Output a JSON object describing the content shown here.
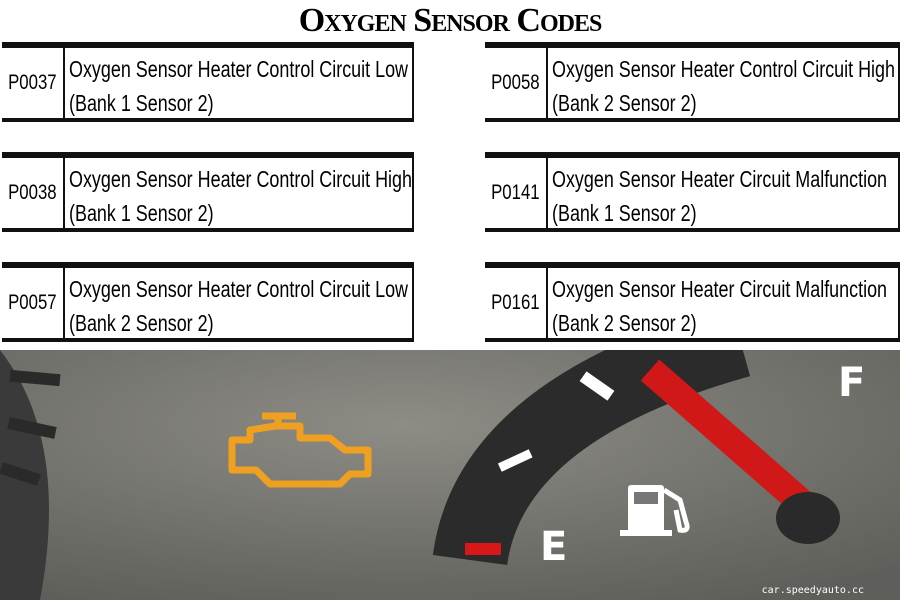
{
  "title": "Oxygen Sensor Codes",
  "codes": [
    {
      "code": "P0037",
      "line1": "Oxygen Sensor Heater Control Circuit Low",
      "line2": "(Bank 1 Sensor 2)"
    },
    {
      "code": "P0058",
      "line1": "Oxygen Sensor Heater Control Circuit High",
      "line2": "(Bank 2 Sensor 2)"
    },
    {
      "code": "P0038",
      "line1": "Oxygen Sensor Heater Control Circuit High",
      "line2": "(Bank 1 Sensor 2)"
    },
    {
      "code": "P0141",
      "line1": "Oxygen Sensor Heater Circuit Malfunction",
      "line2": "(Bank 1 Sensor 2)"
    },
    {
      "code": "P0057",
      "line1": "Oxygen Sensor Heater Control Circuit Low",
      "line2": "(Bank 2 Sensor 2)"
    },
    {
      "code": "P0161",
      "line1": "Oxygen Sensor Heater Circuit Malfunction",
      "line2": "(Bank 2 Sensor 2)"
    }
  ],
  "gauge": {
    "empty_label": "E",
    "full_label": "F",
    "icons": [
      "check-engine-icon",
      "fuel-pump-icon"
    ]
  },
  "colors": {
    "check_engine": "#f0a020",
    "needle": "#d01818",
    "dash_bg": "#6f6f6a"
  },
  "watermark": "car.speedyauto.cc"
}
